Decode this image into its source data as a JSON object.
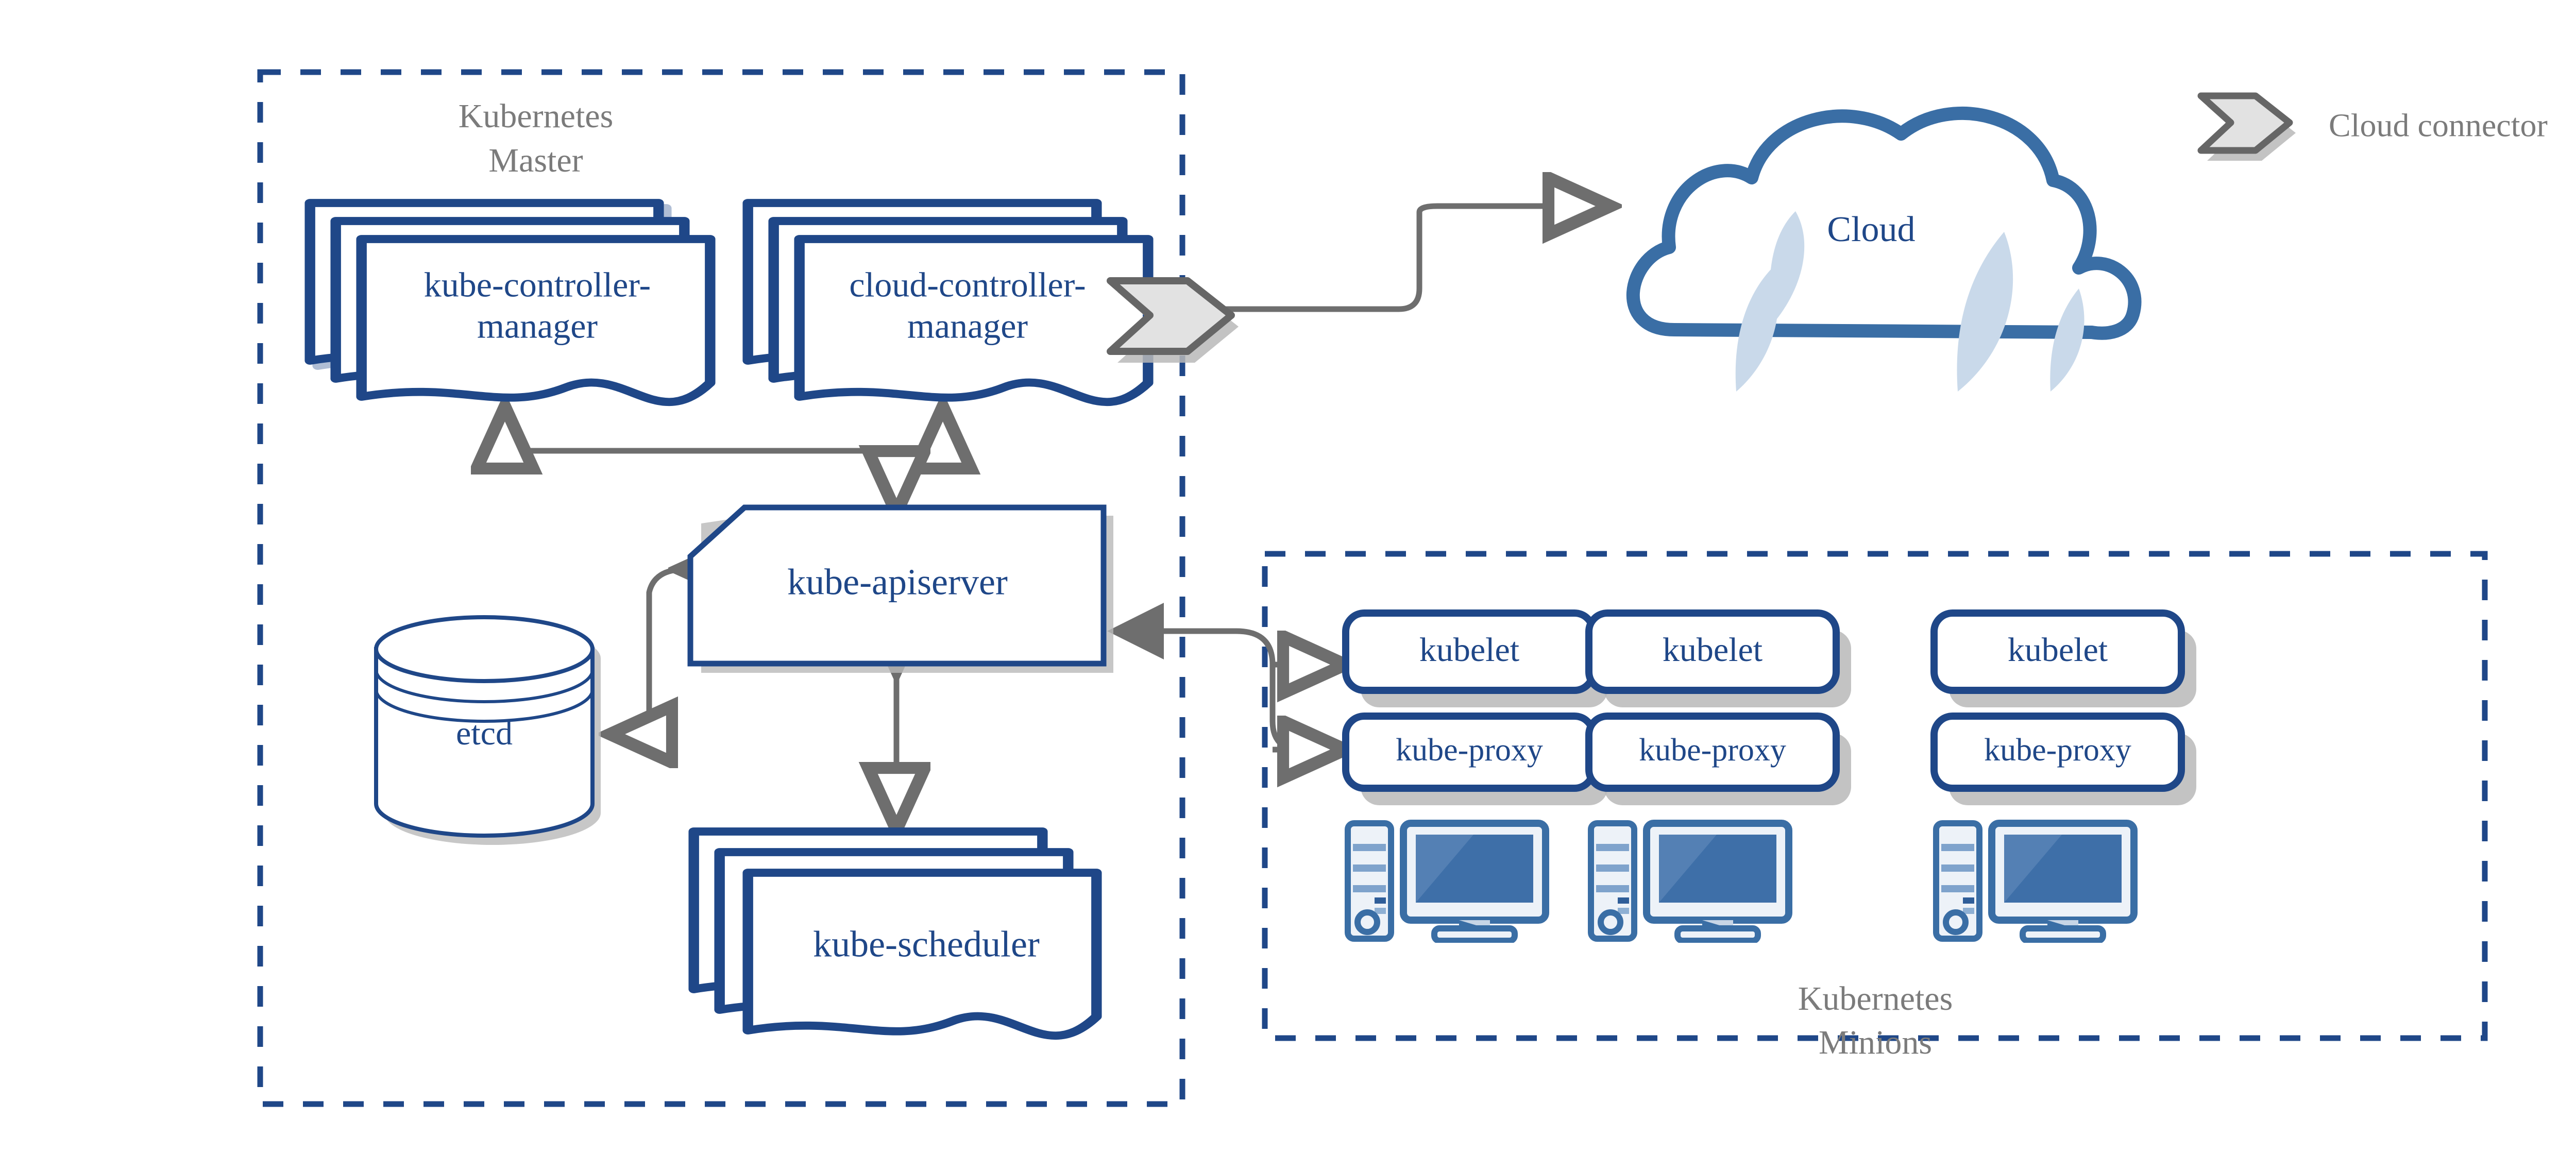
{
  "palette": {
    "blue_dark": "#1f4788",
    "blue_mid": "#3a6ea5",
    "blue_light_fill": "#c9d9ea",
    "screen_blue": "#3e6fa8",
    "screen_blue_light": "#5480b4",
    "tower_fill": "#edf2f8",
    "gray_line": "#6e6e6e",
    "gray_label": "#7b7b7b",
    "shadow": "#b8b8b8",
    "chevron_fill": "#e2e2e2",
    "chevron_stroke": "#666666",
    "white": "#ffffff"
  },
  "groups": {
    "master": {
      "label_line1": "Kubernetes",
      "label_line2": "Master"
    },
    "minions": {
      "label_line1": "Kubernetes",
      "label_line2": "Minions"
    }
  },
  "legend": {
    "cloud_connector_label": "Cloud connector",
    "icon": "chevron-connector-icon"
  },
  "master_components": {
    "kube_controller_manager": {
      "line1": "kube-controller-",
      "line2": "manager",
      "shape": "multi-document"
    },
    "cloud_controller_manager": {
      "line1": "cloud-controller-",
      "line2": "manager",
      "shape": "multi-document"
    },
    "kube_apiserver": {
      "label": "kube-apiserver",
      "shape": "chamfered-box"
    },
    "etcd": {
      "label": "etcd",
      "shape": "cylinder"
    },
    "kube_scheduler": {
      "label": "kube-scheduler",
      "shape": "multi-document"
    }
  },
  "cloud": {
    "label": "Cloud",
    "shape": "cloud"
  },
  "minion_nodes": [
    {
      "kubelet": "kubelet",
      "kube_proxy": "kube-proxy",
      "machine": "computer-icon"
    },
    {
      "kubelet": "kubelet",
      "kube_proxy": "kube-proxy",
      "machine": "computer-icon"
    },
    {
      "kubelet": "kubelet",
      "kube_proxy": "kube-proxy",
      "machine": "computer-icon"
    }
  ],
  "connections": [
    {
      "from": "kube-apiserver",
      "to": "kube-controller-manager",
      "head": "open"
    },
    {
      "from": "kube-apiserver",
      "to": "cloud-controller-manager",
      "head": "open"
    },
    {
      "from": "kube-controller-manager",
      "to": "kube-apiserver",
      "head": "open"
    },
    {
      "from": "kube-apiserver",
      "to": "etcd",
      "head": "open",
      "bidirectional": true
    },
    {
      "from": "kube-apiserver",
      "to": "kube-scheduler",
      "head": "open",
      "bidirectional": true
    },
    {
      "from": "minions",
      "to": "kube-apiserver",
      "head": "filled"
    },
    {
      "from": "kube-apiserver",
      "to": "kubelet",
      "head": "open"
    },
    {
      "from": "kube-apiserver",
      "to": "kube-proxy",
      "head": "open"
    },
    {
      "from": "cloud-connector",
      "to": "cloud",
      "head": "open"
    }
  ]
}
